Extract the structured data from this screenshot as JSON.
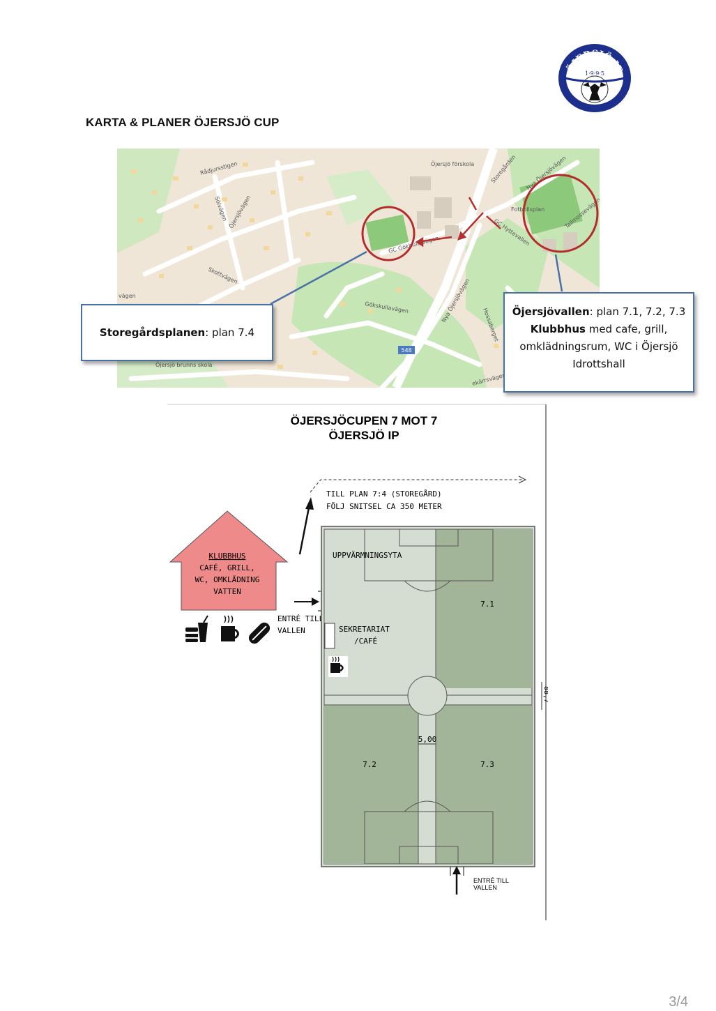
{
  "heading": "KARTA & PLANER ÖJERSJÖ CUP",
  "logo": {
    "text_top": "ÖJERSJÖ IF",
    "year": "1·9·9·5"
  },
  "map": {
    "street_labels": [
      "Rådjursstigen",
      "Sölvägen",
      "Öjersjövägen",
      "Skottvägen",
      "Öjersjö förskola",
      "Storegården",
      "Nya Öjersjövägen",
      "Fotbollsplan",
      "GC Hyttevallen",
      "Tallmossevägen",
      "GC Gökhultsvägen",
      "Gökskullavägen",
      "Nya Öjersjövägen",
      "Hossaberget",
      "Öjersjö brunns skola",
      "548",
      "ekärrsvägen",
      "vägen"
    ],
    "colors": {
      "land": "#efe6d8",
      "green": "#c7e6b6",
      "pitch": "#8dc97a",
      "road": "#ffffff",
      "marker": "#b52a2a",
      "arrow": "#b33131",
      "callout_line": "#4a71a6"
    }
  },
  "callout_left": {
    "bold": "Storegårdsplanen",
    "rest": ": plan 7.4"
  },
  "callout_right": {
    "line1_bold": "Öjersjövallen",
    "line1_rest": ": plan 7.1, 7.2, 7.3",
    "line2_bold": "Klubbhus",
    "line2_rest": " med cafe, grill,",
    "line3": "omklädningsrum, WC i Öjersjö",
    "line4": "Idrottshall"
  },
  "plan": {
    "title1": "ÖJERSJÖCUPEN 7 MOT 7",
    "title2": "ÖJERSJÖ IP",
    "till_plan_1": "TILL PLAN 7:4 (STOREGÅRD)",
    "till_plan_2": "FÖLJ SNITSEL CA 350 METER",
    "klubbhus_title": "KLUBBHUS",
    "klubbhus_1": "CAFÉ, GRILL,",
    "klubbhus_2": "WC, OMKLÄDNING",
    "klubbhus_3": "VATTEN",
    "entre_1a": "ENTRÉ TILL",
    "entre_1b": "VALLEN",
    "uppvarmning": "UPPVÄRMNINGSYTA",
    "sekretariat_1": "SEKRETARIAT",
    "sekretariat_2": "/CAFÉ",
    "field_71": "7.1",
    "field_72": "7.2",
    "field_73": "7.3",
    "dim_500": "5,00",
    "dim_side": "88,7",
    "entre_2a": "ENTRÉ TILL",
    "entre_2b": "VALLEN",
    "colors": {
      "house": "#ef8a8a",
      "light_field": "#d5ddd2",
      "dark_field": "#a2b598"
    }
  },
  "page_number": "3/4"
}
